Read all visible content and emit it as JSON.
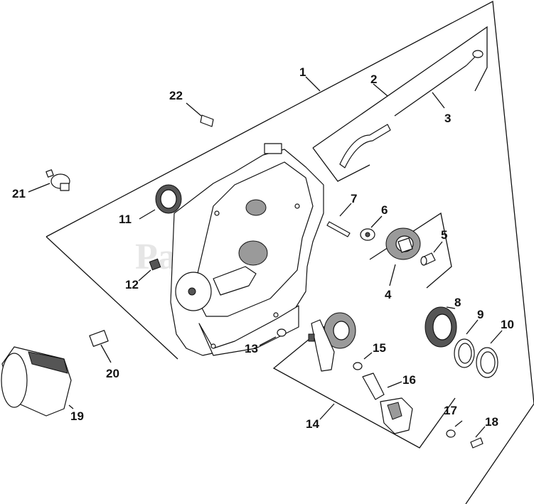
{
  "watermark": "PartsTree",
  "callouts": {
    "c1": "1",
    "c2": "2",
    "c3": "3",
    "c4": "4",
    "c5": "5",
    "c6": "6",
    "c7": "7",
    "c8": "8",
    "c9": "9",
    "c10": "10",
    "c11": "11",
    "c12": "12",
    "c13": "13",
    "c14": "14",
    "c15": "15",
    "c16": "16",
    "c17": "17",
    "c18": "18",
    "c19": "19",
    "c20": "20",
    "c21": "21",
    "c22": "22"
  },
  "colors": {
    "line": "#111111",
    "watermark": "#e6e6e6",
    "background": "#ffffff"
  }
}
